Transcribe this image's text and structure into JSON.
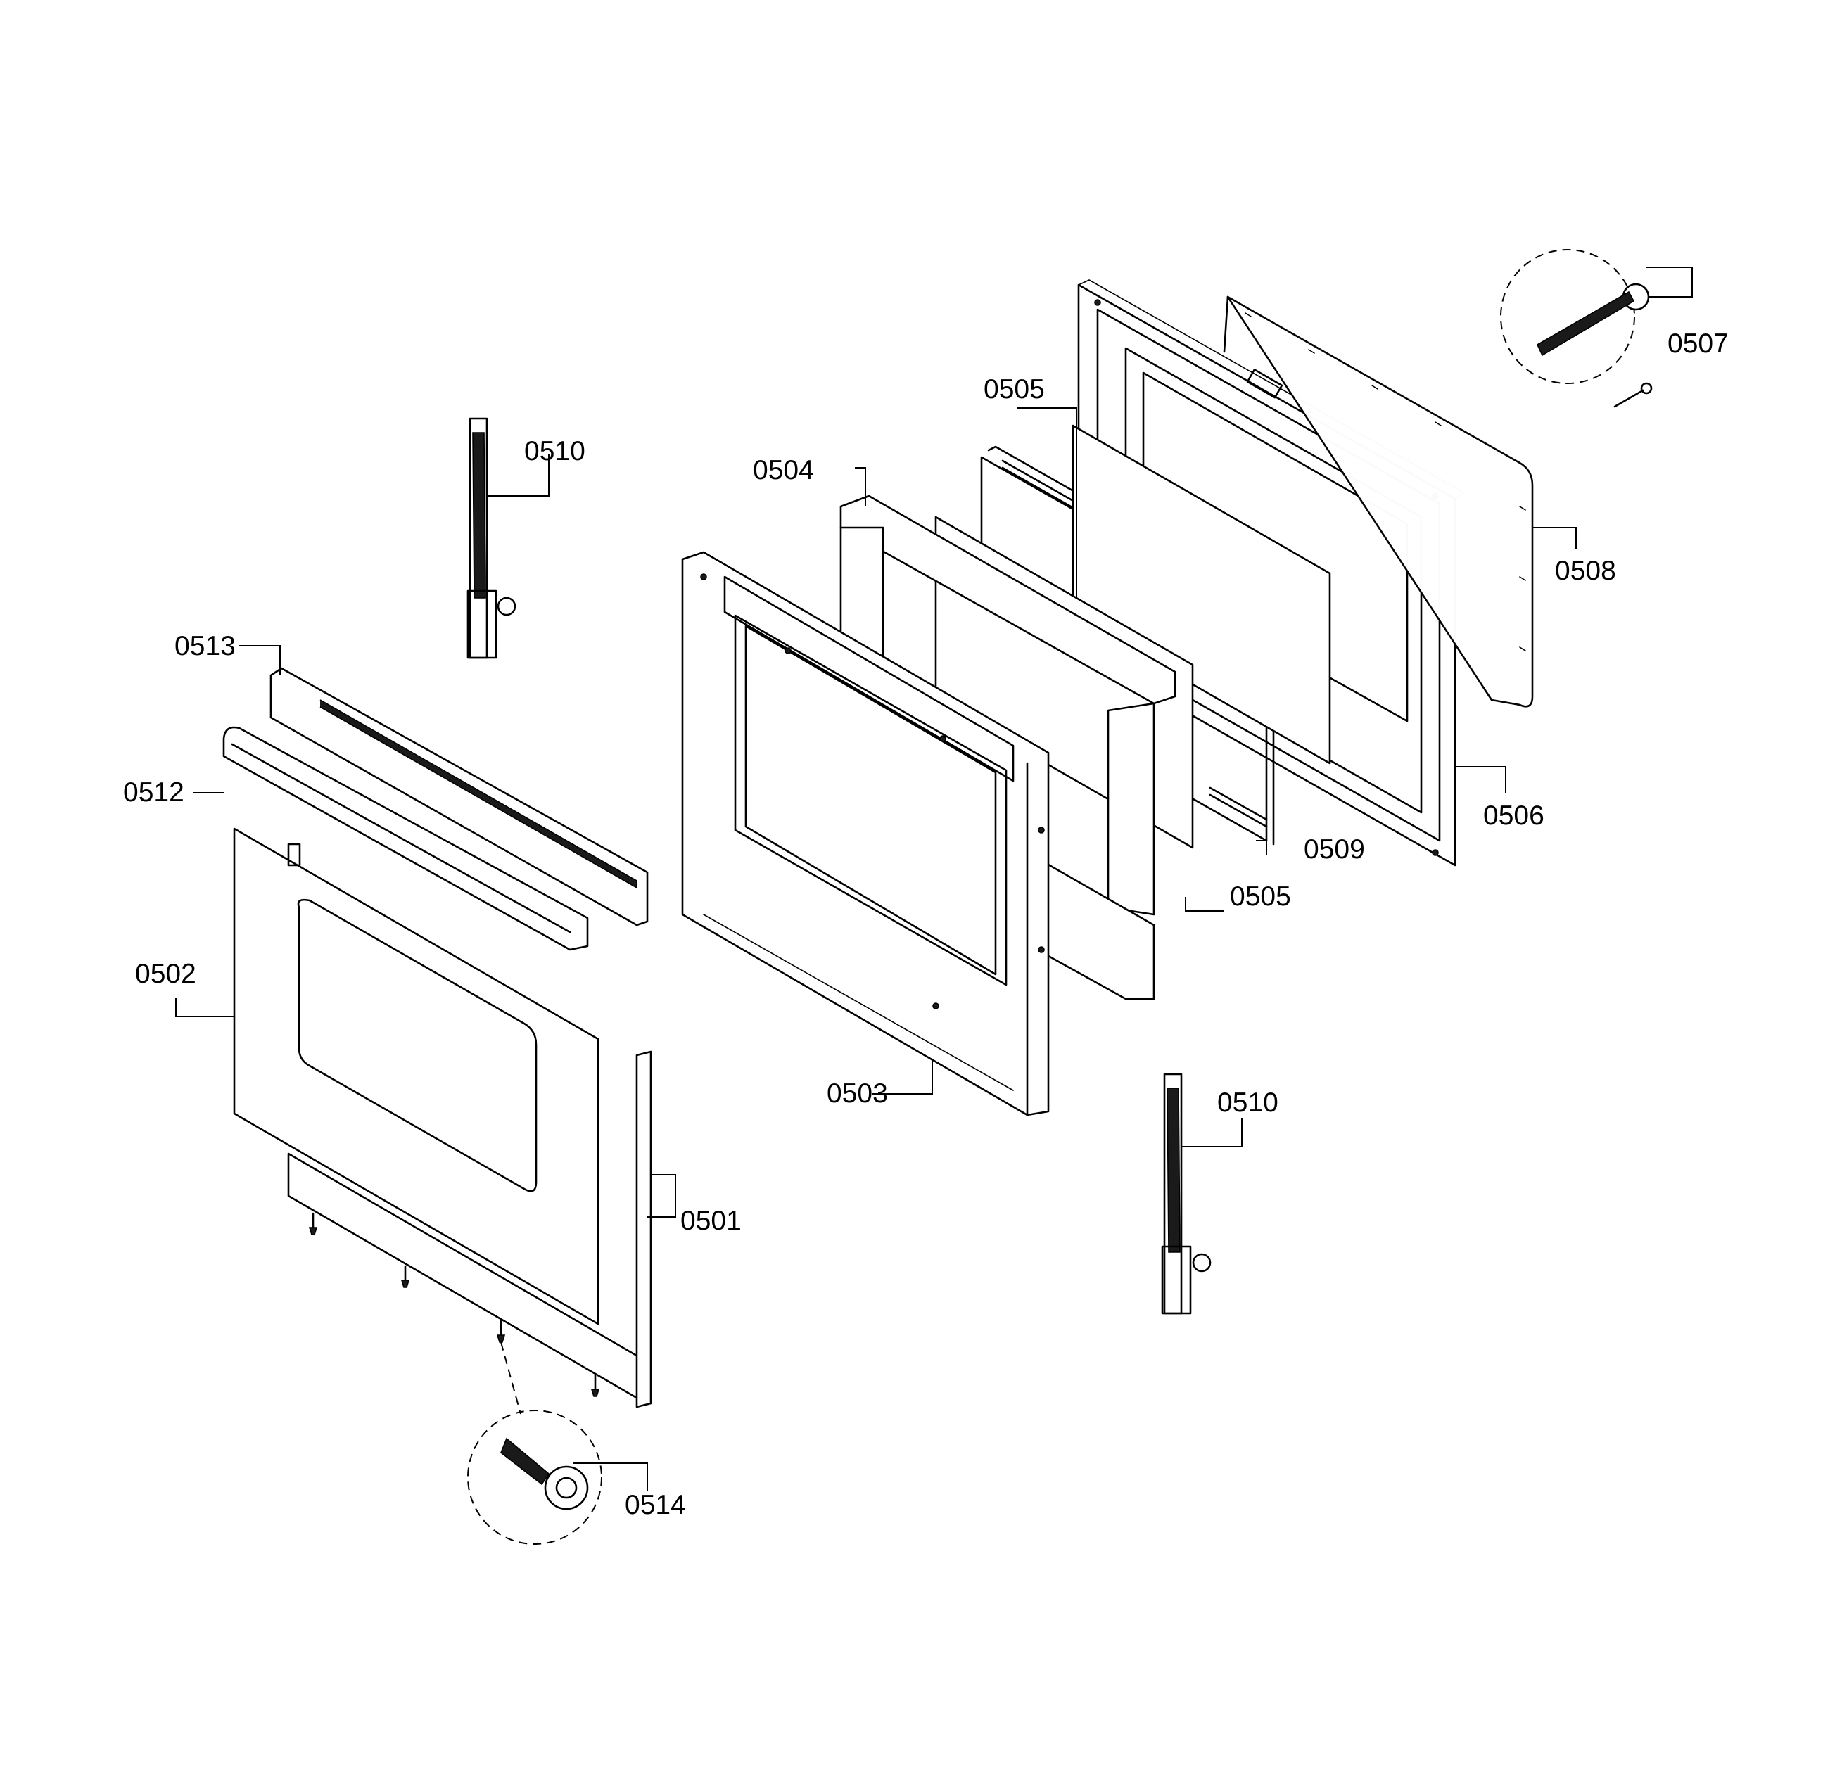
{
  "callouts": {
    "c0501": "0501",
    "c0502": "0502",
    "c0503": "0503",
    "c0504": "0504",
    "c0505_top": "0505",
    "c0505_bottom": "0505",
    "c0506": "0506",
    "c0507": "0507",
    "c0508": "0508",
    "c0509": "0509",
    "c0510_top": "0510",
    "c0510_bottom": "0510",
    "c0512": "0512",
    "c0513": "0513",
    "c0514": "0514"
  }
}
